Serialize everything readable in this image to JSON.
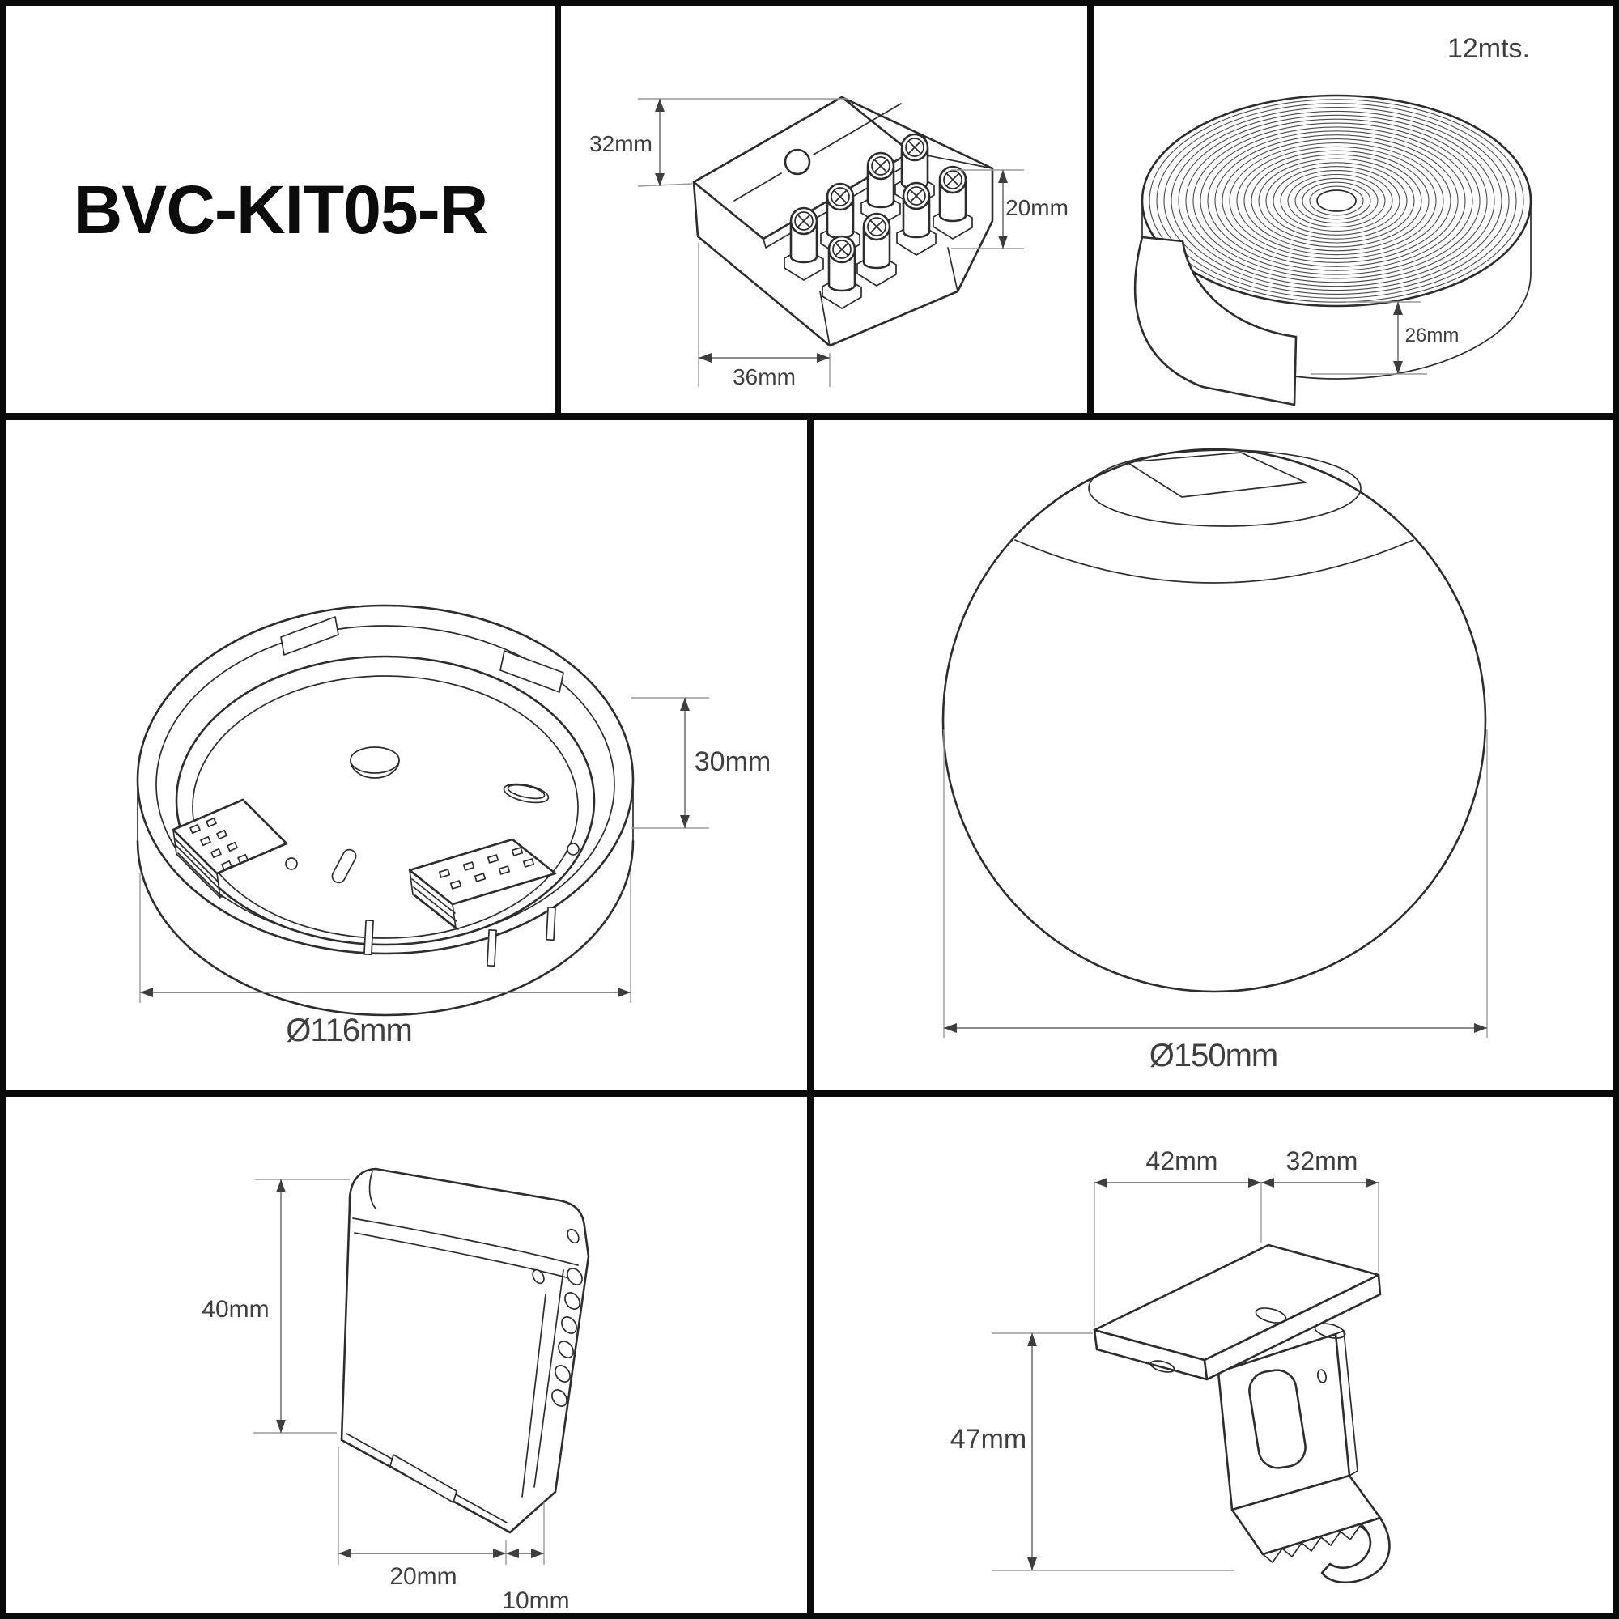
{
  "title": {
    "product_code": "BVC-KIT05-R"
  },
  "panels": {
    "terminal_block": {
      "height_label": "32mm",
      "screw_height_label": "20mm",
      "width_label": "36mm"
    },
    "tape_roll": {
      "length_label": "12mts.",
      "tape_width_label": "26mm"
    },
    "mounting_base": {
      "height_label": "30mm",
      "diameter_label": "Ø116mm"
    },
    "sphere": {
      "diameter_label": "Ø150mm"
    },
    "clip": {
      "height_label": "40mm",
      "width_label": "20mm",
      "depth_label": "10mm"
    },
    "bracket": {
      "plate_left_label": "42mm",
      "plate_right_label": "32mm",
      "height_label": "47mm"
    }
  }
}
